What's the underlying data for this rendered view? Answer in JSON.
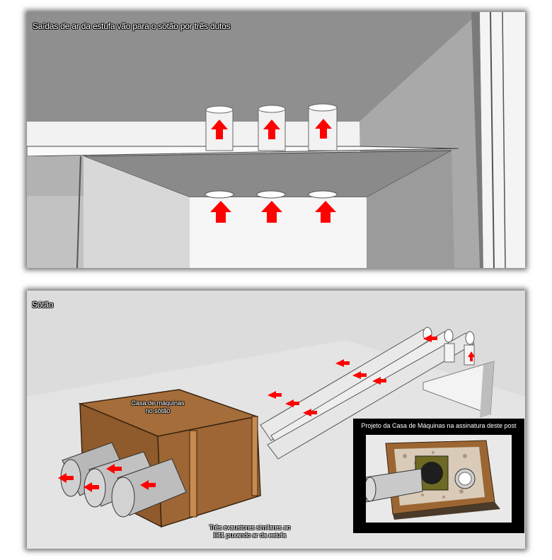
{
  "top_panel": {
    "caption": "Saídas de ar da estufa vão para o sótão por três dutos"
  },
  "bottom_panel": {
    "caption": "Sótão",
    "machine_box_label": "Casa de máquinas\nno sótão",
    "exhaust_note": "Três exaustores similares ao\nE11 puxando ar da estufa",
    "inset_title": "Projeto da Casa de Máquinas na assinatura deste post"
  },
  "colors": {
    "arrow": "#ff0000",
    "wood": "#9a6232",
    "duct": "#e6e6e6"
  }
}
